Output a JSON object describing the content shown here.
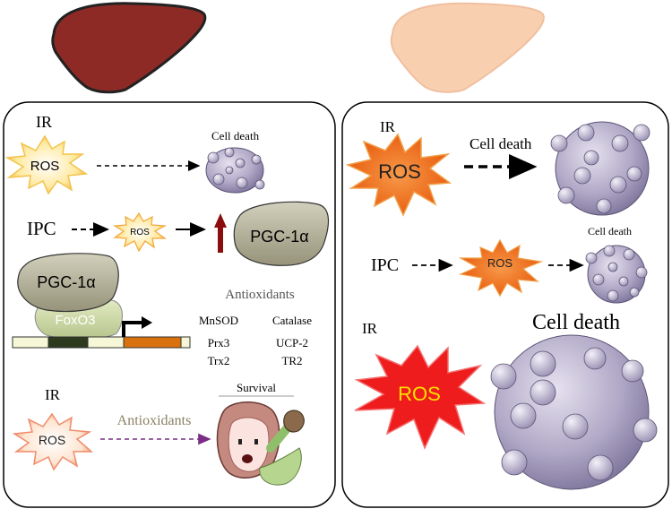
{
  "left_panel": {
    "ir_top": "IR",
    "ros_top": "ROS",
    "cell_death": "Cell death",
    "ipc": "IPC",
    "ros_small": "ROS",
    "pgc_right": "PGC-1α",
    "pgc_complex": "PGC-1α",
    "foxo3": "FoxO3",
    "antioxidants_title": "Antioxidants",
    "antioxidants": [
      "MnSOD",
      "Catalase",
      "Prx3",
      "UCP-2",
      "Trx2",
      "TR2"
    ],
    "ir_bottom": "IR",
    "ros_bottom": "ROS",
    "antioxidants_arrow": "Antioxidants",
    "survival": "Survival"
  },
  "right_panel": {
    "ir_top": "IR",
    "ros_top": "ROS",
    "cell_death_top": "Cell death",
    "ipc": "IPC",
    "ros_mid": "ROS",
    "cell_death_mid": "Cell death",
    "ir_bottom": "IR",
    "ros_bottom": "ROS",
    "cell_death_bottom": "Cell death"
  },
  "colors": {
    "liver_dark": "#8e2a26",
    "liver_light": "#f8d0b0",
    "ros_orange": "#f26a1b",
    "ros_red": "#ee1c1c",
    "ros_pale": "#fff1b8",
    "pgc_gray": "#b9b69c",
    "cell_purple": "#9e96b6",
    "up_arrow": "#8b0d0d",
    "antioxidant_arrow": "#7a2c86",
    "gene_orange": "#d9720e"
  }
}
